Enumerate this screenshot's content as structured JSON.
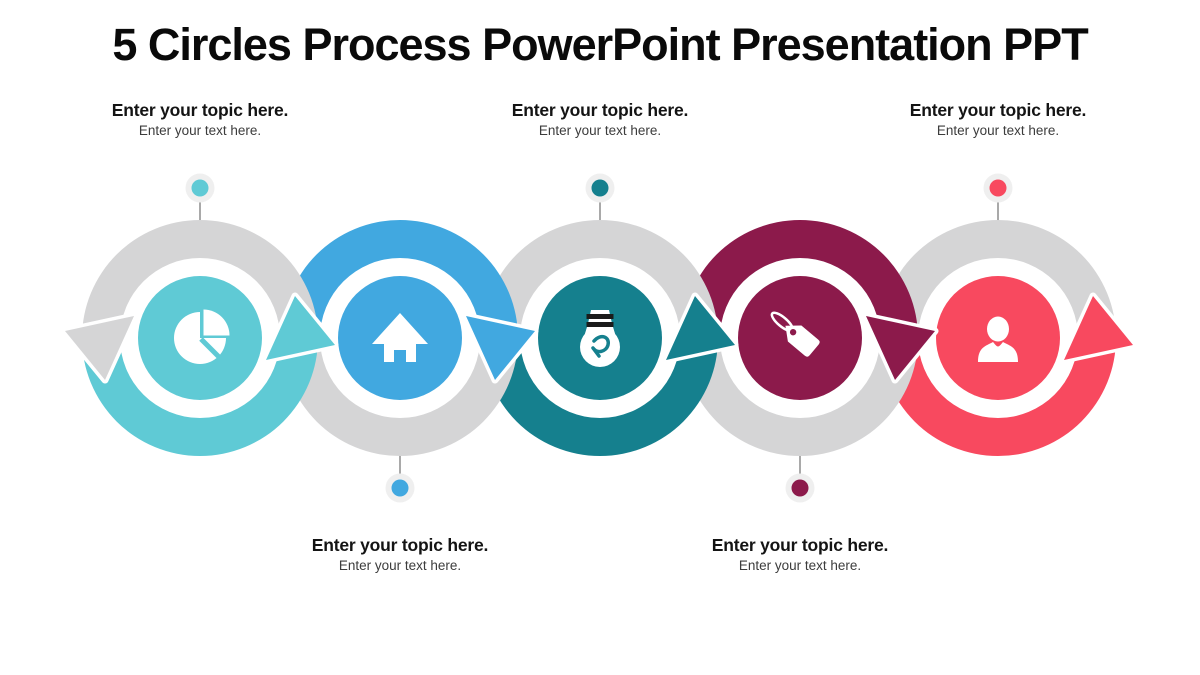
{
  "title": "5 Circles Process PowerPoint Presentation PPT",
  "colors": {
    "background": "#FFFFFF",
    "ring_gray": "#D5D5D6",
    "connector_stem": "#A9A9A9",
    "connector_halo": "#EFEFEF",
    "title_text": "#0A0A0A",
    "topic_text": "#141414",
    "body_text": "#3C3C3C",
    "icon": "#FFFFFF",
    "money_bag_stripes": "#1B1B1B"
  },
  "units": [
    {
      "step": 1,
      "color": "#5FCAD5",
      "icon": "pie-chart",
      "label_position": "top",
      "topic": "Enter your topic here.",
      "text": "Enter your text here."
    },
    {
      "step": 2,
      "color": "#41A8E0",
      "icon": "home",
      "label_position": "bottom",
      "topic": "Enter your topic here.",
      "text": "Enter your text here."
    },
    {
      "step": 3,
      "color": "#15808E",
      "icon": "money-bag",
      "label_position": "top",
      "topic": "Enter your topic here.",
      "text": "Enter your text here."
    },
    {
      "step": 4,
      "color": "#8C1A4B",
      "icon": "price-tag",
      "label_position": "bottom",
      "topic": "Enter your topic here.",
      "text": "Enter your text here."
    },
    {
      "step": 5,
      "color": "#F8495F",
      "icon": "user",
      "label_position": "top",
      "topic": "Enter your topic here.",
      "text": "Enter your text here."
    }
  ]
}
